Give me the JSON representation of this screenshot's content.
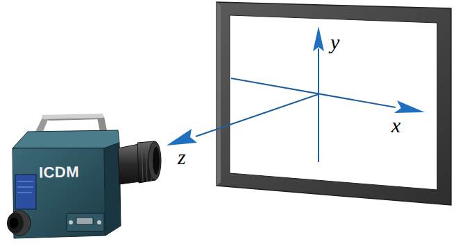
{
  "diagram": {
    "labels": [
      "ICDM",
      "y",
      "x",
      "z"
    ]
  }
}
